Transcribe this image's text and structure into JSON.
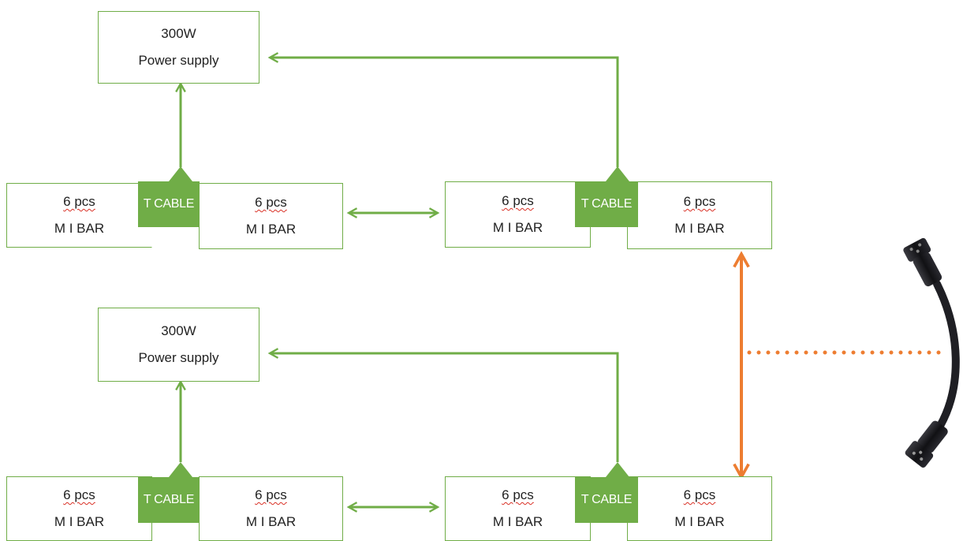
{
  "units": [
    {
      "power_supply": {
        "line1": "300W",
        "line2": "Power supply"
      },
      "left_pair": {
        "bar_a": {
          "line1": "6 pcs",
          "line2": "M I BAR"
        },
        "t_cable": "T CABLE",
        "bar_b": {
          "line1": "6 pcs",
          "line2": "M I BAR"
        }
      },
      "right_pair": {
        "bar_a": {
          "line1": "6 pcs",
          "line2": "M I BAR"
        },
        "t_cable": "T CABLE",
        "bar_b": {
          "line1": "6 pcs",
          "line2": "M I BAR"
        }
      }
    },
    {
      "power_supply": {
        "line1": "300W",
        "line2": "Power supply"
      },
      "left_pair": {
        "bar_a": {
          "line1": "6 pcs",
          "line2": "M I BAR"
        },
        "t_cable": "T CABLE",
        "bar_b": {
          "line1": "6 pcs",
          "line2": "M I BAR"
        }
      },
      "right_pair": {
        "bar_a": {
          "line1": "6 pcs",
          "line2": "M I BAR"
        },
        "t_cable": "T CABLE",
        "bar_b": {
          "line1": "6 pcs",
          "line2": "M I BAR"
        }
      }
    }
  ],
  "colors": {
    "connector": "#70ad47",
    "link": "#ed7d31",
    "cable": "#1f1f24"
  }
}
